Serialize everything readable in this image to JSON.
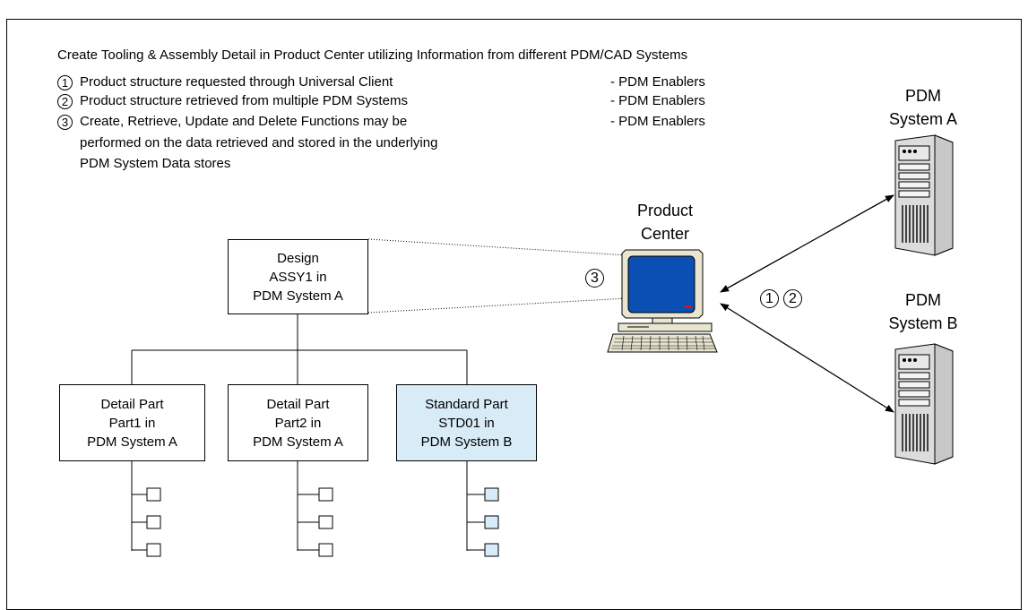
{
  "title": "Create Tooling & Assembly Detail in Product Center utilizing Information from different PDM/CAD Systems",
  "steps": [
    {
      "num": "1",
      "text": "Product structure requested through Universal Client",
      "tag": "- PDM Enablers"
    },
    {
      "num": "2",
      "text": "Product structure retrieved from multiple PDM Systems",
      "tag": "- PDM Enablers"
    },
    {
      "num": "3",
      "text": "Create, Retrieve, Update and Delete Functions may be",
      "tag": "- PDM Enablers"
    }
  ],
  "step3_cont": [
    "performed on the data retrieved and stored in the underlying",
    "PDM System Data stores"
  ],
  "design_box": [
    "Design",
    "ASSY1 in",
    "PDM System A"
  ],
  "parts": [
    {
      "lines": [
        "Detail Part",
        "Part1 in",
        "PDM System A"
      ],
      "kind": "detail"
    },
    {
      "lines": [
        "Detail Part",
        "Part2 in",
        "PDM System A"
      ],
      "kind": "detail"
    },
    {
      "lines": [
        "Standard Part",
        "STD01 in",
        "PDM System B"
      ],
      "kind": "standard"
    }
  ],
  "product_center": [
    "Product",
    "Center"
  ],
  "pdm_a": [
    "PDM",
    "System A"
  ],
  "pdm_b": [
    "PDM",
    "System B"
  ],
  "arrow_nums": [
    "1",
    "2"
  ],
  "computer_num": "3",
  "colors": {
    "standard_fill": "#d8ecf8",
    "screen": "#0b4fb3",
    "computer_body": "#e8e6d0",
    "server_body": "#dcdcdc"
  }
}
